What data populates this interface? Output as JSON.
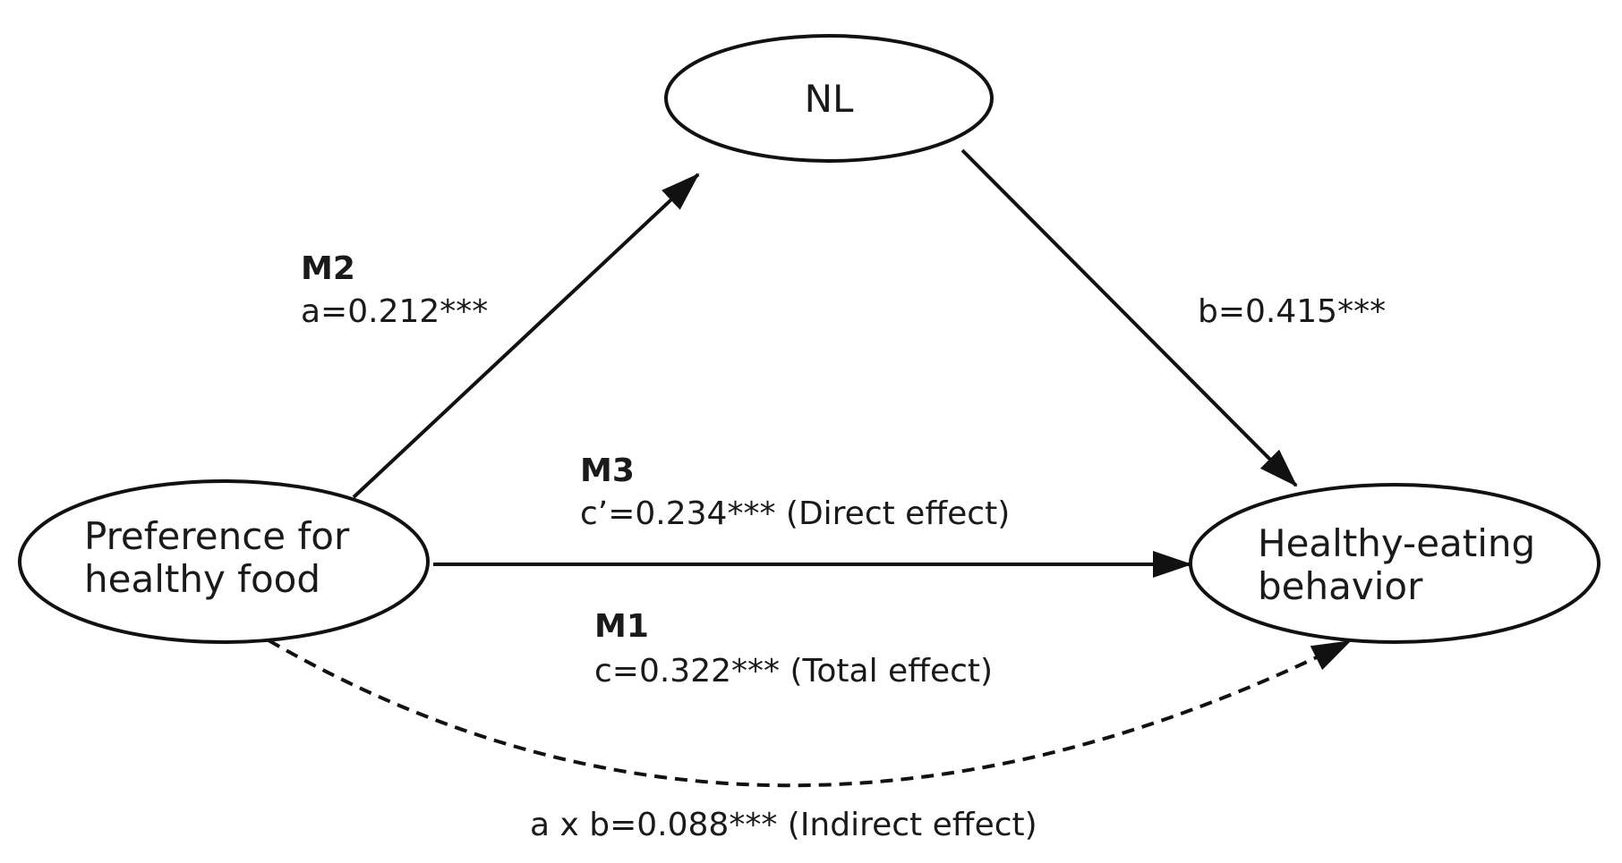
{
  "nodes": {
    "mediator": {
      "label": "NL"
    },
    "predictor": {
      "line1": "Preference for",
      "line2": "healthy food"
    },
    "outcome": {
      "line1": "Healthy-eating",
      "line2": "behavior"
    }
  },
  "paths": {
    "a": {
      "model": "M2",
      "text": "a=0.212***"
    },
    "b": {
      "text": "b=0.415***"
    },
    "direct": {
      "model": "M3",
      "text": "c’=0.234*** (Direct effect)"
    },
    "total": {
      "model": "M1",
      "text": "c=0.322*** (Total effect)"
    },
    "indirect": {
      "text": "a x b=0.088*** (Indirect effect)"
    }
  },
  "colors": {
    "stroke": "#111111",
    "text": "#1a1a1a",
    "background": "#ffffff"
  }
}
